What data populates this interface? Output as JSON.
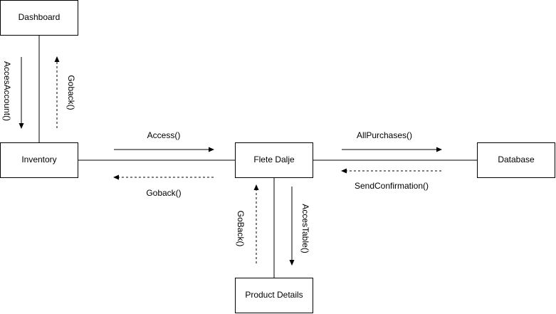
{
  "nodes": {
    "dashboard": "Dashboard",
    "inventory": "Inventory",
    "flete_dalje": "Flete Dalje",
    "database": "Database",
    "product_details": "Product Details"
  },
  "messages": {
    "acces_account": "AccesAccount()",
    "goback_dashboard": "Goback()",
    "access": "Access()",
    "goback_inventory": "Goback()",
    "all_purchases": "AllPurchases()",
    "send_confirmation": "SendConfirmation()",
    "goback_flete": "GoBack()",
    "acces_table": "AccesTable()"
  }
}
